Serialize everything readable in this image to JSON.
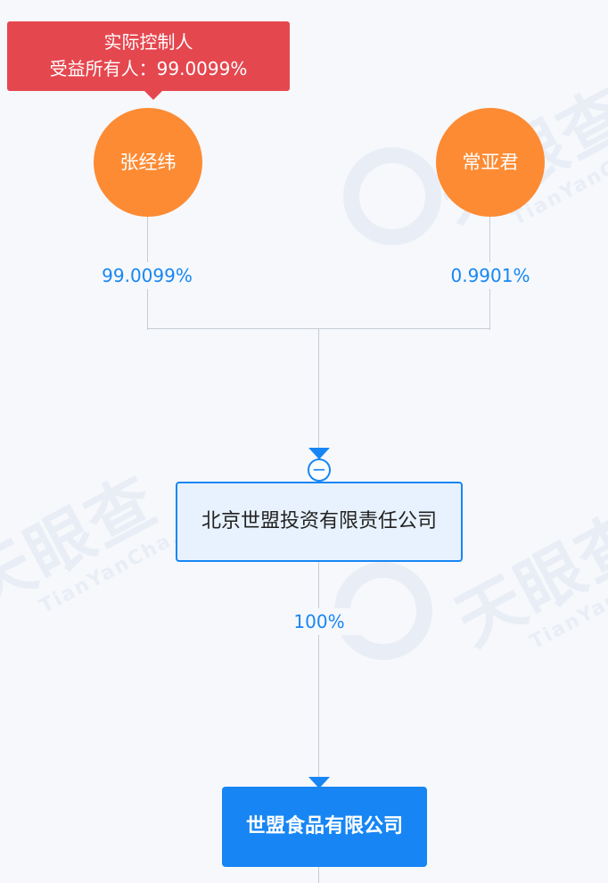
{
  "controller_tag": {
    "line1": "实际控制人",
    "line2": "受益所有人：99.0099%"
  },
  "shareholders": [
    {
      "name": "张经纬",
      "percent": "99.0099%"
    },
    {
      "name": "常亚君",
      "percent": "0.9901%"
    }
  ],
  "parent_company": {
    "name": "北京世盟投资有限责任公司",
    "collapse_symbol": "−",
    "percent": "100%"
  },
  "target_company": {
    "name": "世盟食品有限公司"
  },
  "watermark": {
    "brand": "天眼查",
    "domain": "TianYanCha.com"
  },
  "colors": {
    "person": "#fd8b33",
    "tag": "#e5474f",
    "accent": "#1786f4",
    "line": "#c7ccd3",
    "background": "#f6f8fc"
  }
}
